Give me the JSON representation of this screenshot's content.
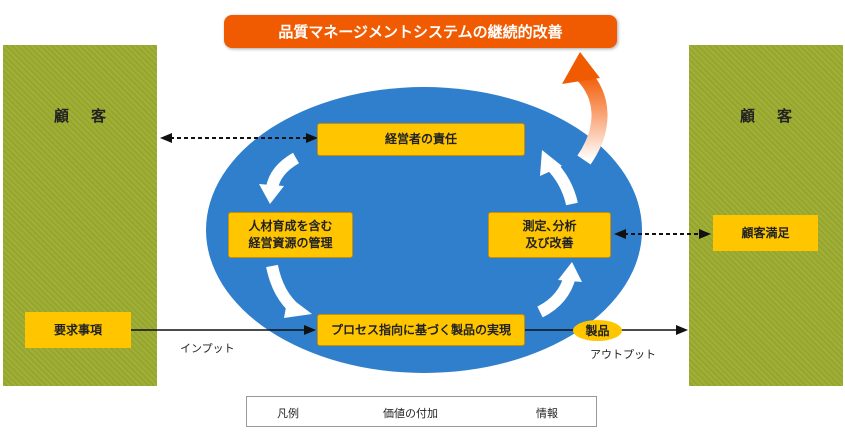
{
  "title": "品質マネージメントシステムの継続的改善",
  "customer_left": "顧客",
  "customer_right": "顧客",
  "requirements": "要求事項",
  "customer_satisfaction": "顧客満足",
  "management_responsibility": "経営者の責任",
  "resource_management": "人材育成を含む\n経営資源の管理",
  "measurement": "測定､分析\n及び改善",
  "product_realization": "プロセス指向に基づく製品の実現",
  "product": "製品",
  "input_label": "インプット",
  "output_label": "アウトプット",
  "legend": {
    "title": "凡例",
    "value_added": "価値の付加",
    "information": "情報"
  },
  "colors": {
    "panel": "#9bab2e",
    "ellipse": "#2f7fcc",
    "box": "#ffc600",
    "title_bg": "#f05a00"
  }
}
